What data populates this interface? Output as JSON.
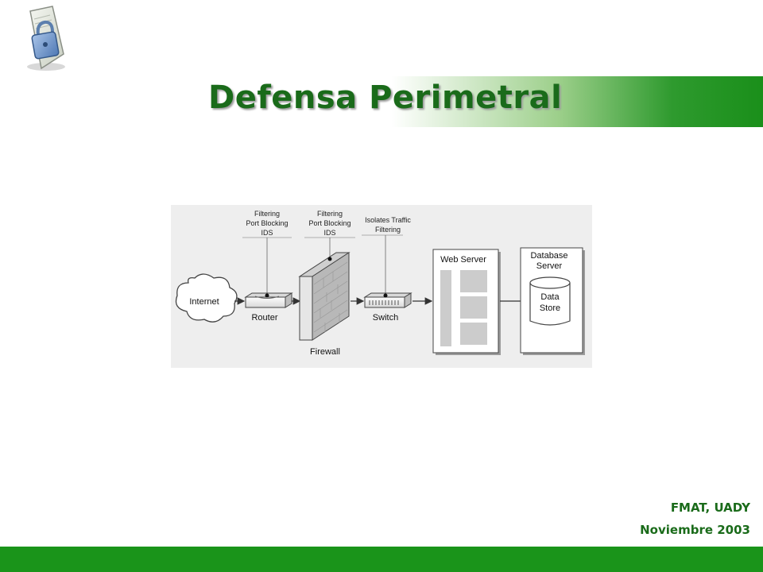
{
  "slide": {
    "title": "Defensa Perimetral",
    "footer": {
      "line1": "FMAT, UADY",
      "line2": "Noviembre 2003"
    },
    "logo_icon": "padlock-document-icon",
    "colors": {
      "accent_green": "#1a941a",
      "title_green": "#1a6b1a"
    }
  },
  "diagram": {
    "router_annotation": [
      "Filtering",
      "Port Blocking",
      "IDS"
    ],
    "firewall_annotation": [
      "Filtering",
      "Port Blocking",
      "IDS"
    ],
    "switch_annotation": [
      "Isolates Traffic",
      "Filtering"
    ],
    "nodes": {
      "internet": "Internet",
      "router": "Router",
      "firewall": "Firewall",
      "switch": "Switch",
      "web_server": "Web Server",
      "database_server": [
        "Database",
        "Server"
      ],
      "data_store": [
        "Data",
        "Store"
      ]
    }
  }
}
